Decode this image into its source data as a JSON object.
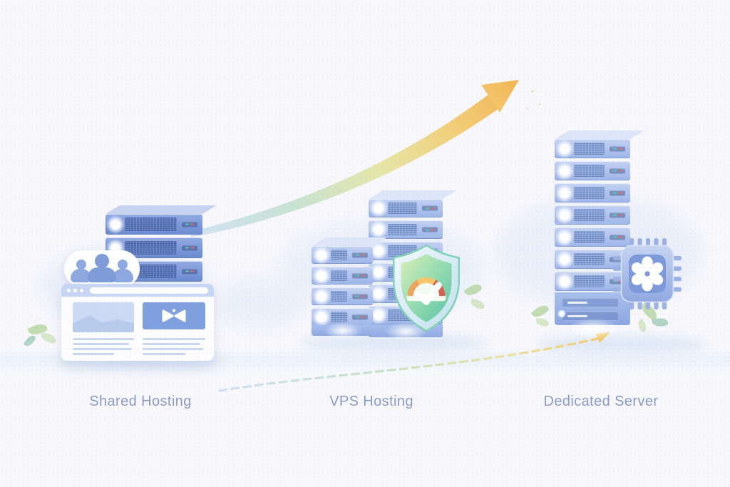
{
  "scene": {
    "description": "Hosting tiers growth illustration",
    "background": "soft white with halftone dots"
  },
  "groups": [
    {
      "id": "shared-hosting",
      "label": "Shared Hosting",
      "server_units": 4,
      "icons": [
        "server-stack",
        "users-icon",
        "browser-window"
      ]
    },
    {
      "id": "vps-hosting",
      "label": "VPS Hosting",
      "tower_units": 6,
      "stack_units": 4,
      "icons": [
        "server-tower",
        "server-stack",
        "shield-speedometer-icon"
      ]
    },
    {
      "id": "dedicated-server",
      "label": "Dedicated Server",
      "tower_units": 7,
      "icons": [
        "server-tower",
        "cpu-chip-icon"
      ]
    }
  ],
  "arrows": {
    "growth": {
      "name": "growth-arrow",
      "direction": "up-right",
      "gradient": [
        "#d3e2f6",
        "#c8e3d2",
        "#e6e6a8",
        "#f3b254"
      ]
    },
    "progression": {
      "name": "progression-arrow",
      "style": "dashed",
      "direction": "right",
      "gradient": [
        "#cfe0f5",
        "#c5e2c8",
        "#e9e2a0",
        "#f0c96a"
      ]
    }
  },
  "colors": {
    "background": "#f8f8fc",
    "label-text": "#8a9cc5",
    "accent-cloud": "#e9eef9",
    "led-teal": "#53cabe",
    "led-red": "#e2695b",
    "panel-blue": "#7f9fdd",
    "shield-green-light": "#d9efb9",
    "shield-green-deep": "#5cc3a9",
    "gauge-orange": "#eda45e",
    "gauge-yellow": "#f4c76d",
    "gauge-red": "#d8604f"
  }
}
